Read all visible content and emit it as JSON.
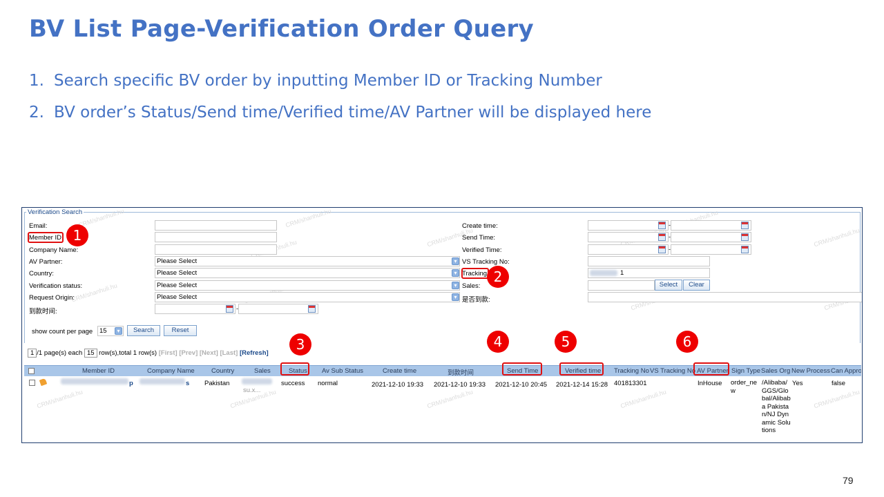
{
  "slide": {
    "title": "BV List Page-Verification Order Query",
    "bullets": [
      {
        "num": "1.",
        "text": "Search specific BV order by inputting Member ID or Tracking Number"
      },
      {
        "num": "2.",
        "text": "BV order’s Status/Send time/Verified time/AV Partner will be displayed here"
      }
    ],
    "page_number": "79"
  },
  "search_form": {
    "legend": "Verification Search",
    "left_labels": {
      "email": "Email:",
      "member_id": "Member ID",
      "company_name": "Company Name:",
      "av_partner": "AV Partner:",
      "country": "Country:",
      "verification_status": "Verification status:",
      "request_origin": "Request Origin:",
      "arrival_time": "到款时间:"
    },
    "right_labels": {
      "create_time": "Create time:",
      "send_time": "Send Time:",
      "verified_time": "Verified Time:",
      "vs_tracking_no": "VS Tracking No:",
      "tracking": "Tracking",
      "sales": "Sales:",
      "is_paid": "是否到款:"
    },
    "select_placeholder": "Please Select",
    "tracking_value": "1",
    "date_separator": "-",
    "select_button": "Select",
    "clear_button": "Clear",
    "show_count_label": "show count per page",
    "show_count_value": "15",
    "search_button": "Search",
    "reset_button": "Reset"
  },
  "pager": {
    "page_input": "1",
    "text_a": "/1 page(s) each",
    "each_input": "15",
    "text_b": "row(s),total 1 row(s)",
    "first": "[First]",
    "prev": "[Prev]",
    "next": "[Next]",
    "last": "[Last]",
    "refresh": "[Refresh]"
  },
  "table": {
    "headers": {
      "member_id": "Member ID",
      "company_name": "Company Name",
      "country": "Country",
      "sales": "Sales",
      "status": "Status",
      "av_sub_status": "Av Sub Status",
      "create_time": "Create time",
      "arrival_time": "到款时间",
      "send_time": "Send Time",
      "verified_time": "Verified time",
      "tracking_no": "Tracking No",
      "vs_tracking": "VS Tracking No",
      "av_partner": "AV Partner",
      "sign_type": "Sign Type",
      "sales_org": "Sales Org",
      "new_process": "New Process",
      "can_approve": "Can Approv"
    },
    "row": {
      "member_id_tail": "p",
      "company_name_tail": "s",
      "country": "Pakistan",
      "sales_tail": "su.x...",
      "status": "success",
      "av_sub_status": "normal",
      "create_time": "2021-12-10 19:33",
      "arrival_time": "2021-12-10 19:33",
      "send_time": "2021-12-10 20:45",
      "verified_time": "2021-12-14 15:28",
      "tracking_no": "401813301",
      "av_partner": "InHouse",
      "sign_type": "order_new",
      "sales_org": "/Alibaba/GGS/Global/Alibaba Pakistan/NJ Dynamic Solutions",
      "new_process": "Yes",
      "can_approve": "false"
    }
  },
  "annotations": [
    "1",
    "2",
    "3",
    "4",
    "5",
    "6"
  ],
  "watermark": "CRM/shanhuli.hu"
}
